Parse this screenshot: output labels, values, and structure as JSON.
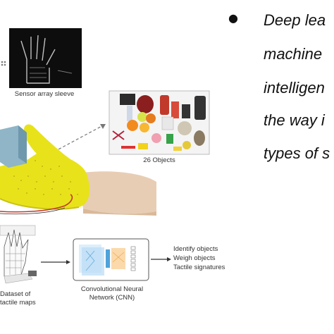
{
  "figure": {
    "sensor_caption": "Sensor array sleeve",
    "objects_caption": "26 Objects",
    "dataset_caption_line1": "Dataset of",
    "dataset_caption_line2": "tactile maps",
    "cnn_caption_line1": "Convolutional Neural",
    "cnn_caption_line2": "Network (CNN)",
    "outputs": [
      "Identify objects",
      "Weigh objects",
      "Tactile signatures"
    ]
  },
  "slide": {
    "bullet_glyph": "●",
    "lines": [
      "Deep lea",
      "machine",
      "intelligen",
      "the way i",
      "types of s"
    ]
  },
  "colors": {
    "glove_yellow": "#e8e21a",
    "cube_blue": "#8fb5c7",
    "wire_red": "#c0392b",
    "cnn_blue": "#4fa3d9",
    "cnn_orange": "#f0a64a"
  }
}
